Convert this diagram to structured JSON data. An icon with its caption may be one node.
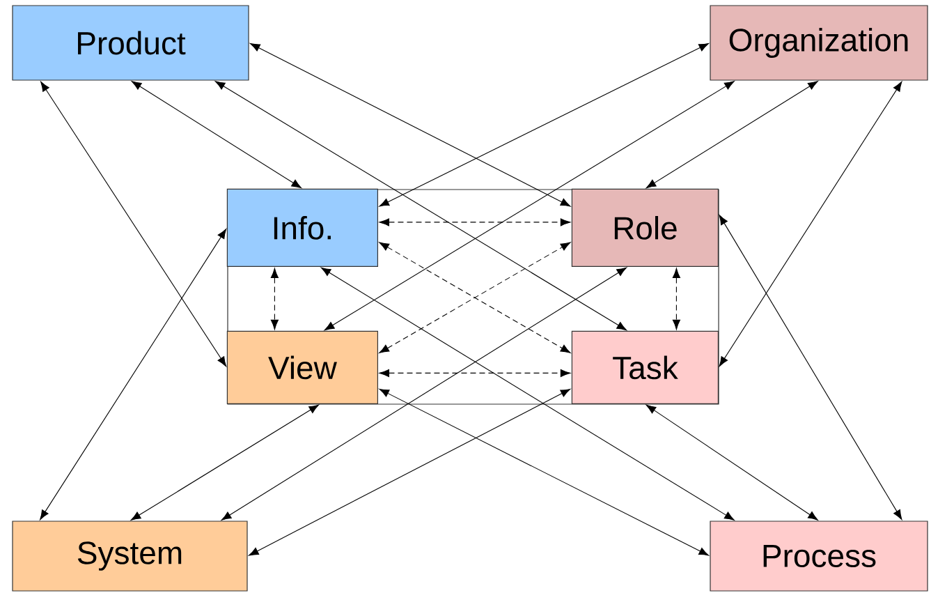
{
  "diagram": {
    "nodes": [
      {
        "text": [
          "Product"
        ]
      },
      {
        "text": [
          "Organization"
        ]
      },
      {
        "text": [],
        "shape": "box"
      },
      {
        "text": [
          "Info."
        ],
        "in": 2
      },
      {
        "text": [
          "Role"
        ],
        "in": 2
      },
      {
        "text": [
          "View"
        ],
        "in": 2
      },
      {
        "text": [
          "Task"
        ],
        "in": 2
      },
      {
        "text": [
          "System"
        ]
      },
      {
        "text": [
          "Process"
        ]
      }
    ],
    "edges": [
      {
        "from": 0,
        "to": 3,
        "arrow": "both"
      },
      {
        "from": 0,
        "to": 4,
        "arrow": "both"
      },
      {
        "from": 0,
        "to": 6,
        "arrow": "both"
      },
      {
        "from": 0,
        "to": 5,
        "arrow": "both"
      },
      {
        "from": 1,
        "to": 3,
        "arrow": "both"
      },
      {
        "from": 1,
        "to": 5,
        "arrow": "both"
      },
      {
        "from": 1,
        "to": 4,
        "arrow": "both"
      },
      {
        "from": 1,
        "to": 6,
        "arrow": "both"
      },
      {
        "from": 3,
        "to": 4,
        "arrow": "both",
        "style": "dashed"
      },
      {
        "from": 3,
        "to": 5,
        "arrow": "both",
        "style": "dashed"
      },
      {
        "from": 3,
        "to": 6,
        "arrow": "both",
        "style": "dashed"
      },
      {
        "from": 5,
        "to": 4,
        "arrow": "both",
        "style": "dashed"
      },
      {
        "from": 4,
        "to": 6,
        "arrow": "both",
        "style": "dashed"
      },
      {
        "from": 5,
        "to": 6,
        "arrow": "both",
        "style": "dashed"
      },
      {
        "from": 7,
        "to": 3,
        "arrow": "both"
      },
      {
        "from": 7,
        "to": 5,
        "arrow": "both"
      },
      {
        "from": 7,
        "to": 4,
        "arrow": "both"
      },
      {
        "from": 7,
        "to": 6,
        "arrow": "both"
      },
      {
        "from": 8,
        "to": 5,
        "arrow": "both"
      },
      {
        "from": 8,
        "to": 6,
        "arrow": "both"
      },
      {
        "from": 8,
        "to": 3,
        "arrow": "both"
      },
      {
        "from": 8,
        "to": 4,
        "arrow": "both"
      }
    ]
  }
}
